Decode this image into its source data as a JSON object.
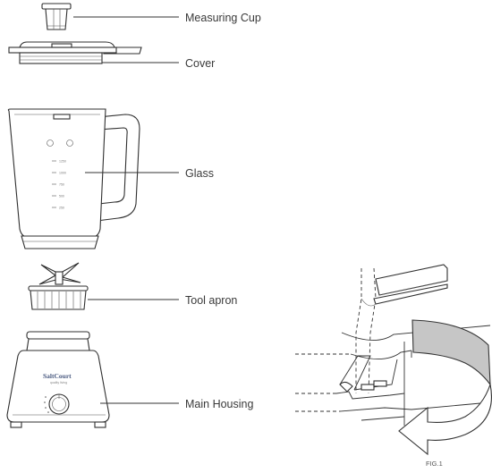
{
  "labels": {
    "measuring_cup": "Measuring Cup",
    "cover": "Cover",
    "glass": "Glass",
    "tool_apron": "Tool apron",
    "main_housing": "Main Housing"
  },
  "brand": {
    "name": "SaltCourt",
    "tagline": "quality living"
  },
  "figure": {
    "caption": "FIG.1"
  }
}
